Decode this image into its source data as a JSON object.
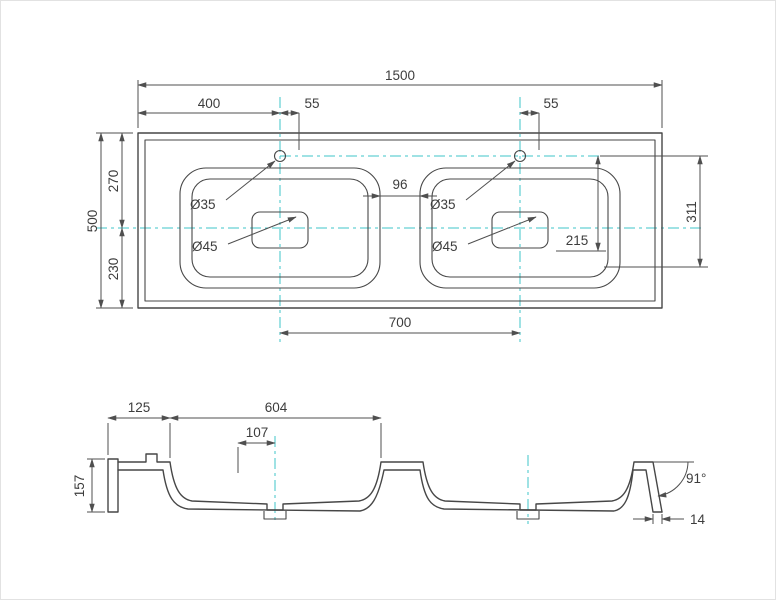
{
  "colors": {
    "line": "#474747",
    "centerline": "#3fc4c8",
    "background": "#ffffff"
  },
  "plan": {
    "width_total": "1500",
    "depth_total": "500",
    "left_to_center": "400",
    "faucet_offset_left": "55",
    "faucet_offset_right": "55",
    "back_to_centerline": "270",
    "centerline_to_front": "230",
    "basin_gap": "96",
    "faucet_hole_dia_left": "Ø35",
    "faucet_hole_dia_right": "Ø35",
    "drain_dia_left": "Ø45",
    "drain_dia_right": "Ø45",
    "faucet_to_drain": "215",
    "faucet_to_front": "311",
    "basin_center_spacing": "700"
  },
  "section": {
    "edge_to_basin": "125",
    "basin_width": "604",
    "drain_offset": "107",
    "height": "157",
    "edge_angle": "91°",
    "edge_offset": "14"
  }
}
